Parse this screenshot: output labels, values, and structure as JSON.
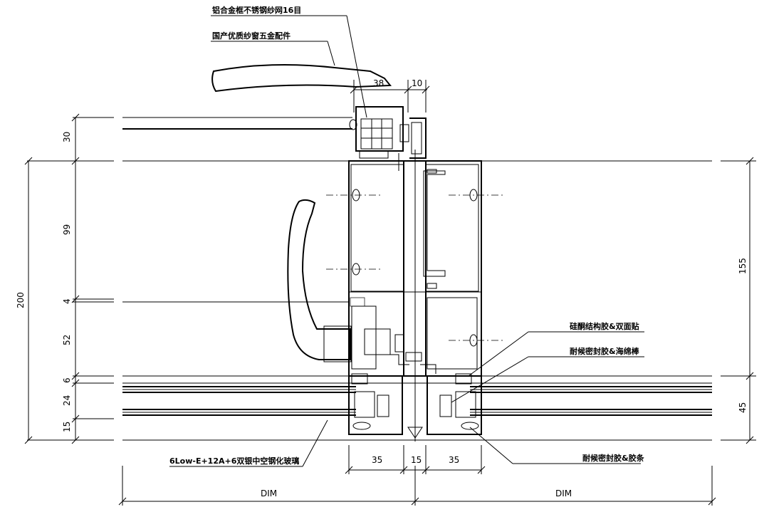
{
  "labels": {
    "mesh": "铝合金框不锈钢纱网16目",
    "hardware": "国产优质纱窗五金配件",
    "structural_glue": "硅酮结构胶&双面贴",
    "weather_seal_rod": "耐候密封胶&海绵棒",
    "glass": "6Low-E+12A+6双银中空钢化玻璃",
    "weather_seal_strip": "耐候密封胶&胶条"
  },
  "dims": {
    "d38": "38",
    "d10": "10",
    "d30": "30",
    "d200": "200",
    "d99": "99",
    "d4": "4",
    "d52": "52",
    "d6": "6",
    "d24": "24",
    "d15_left": "15",
    "d155": "155",
    "d45": "45",
    "d35_left": "35",
    "d15_mid": "15",
    "d35_right": "35",
    "dim_left": "DIM",
    "dim_right": "DIM"
  }
}
